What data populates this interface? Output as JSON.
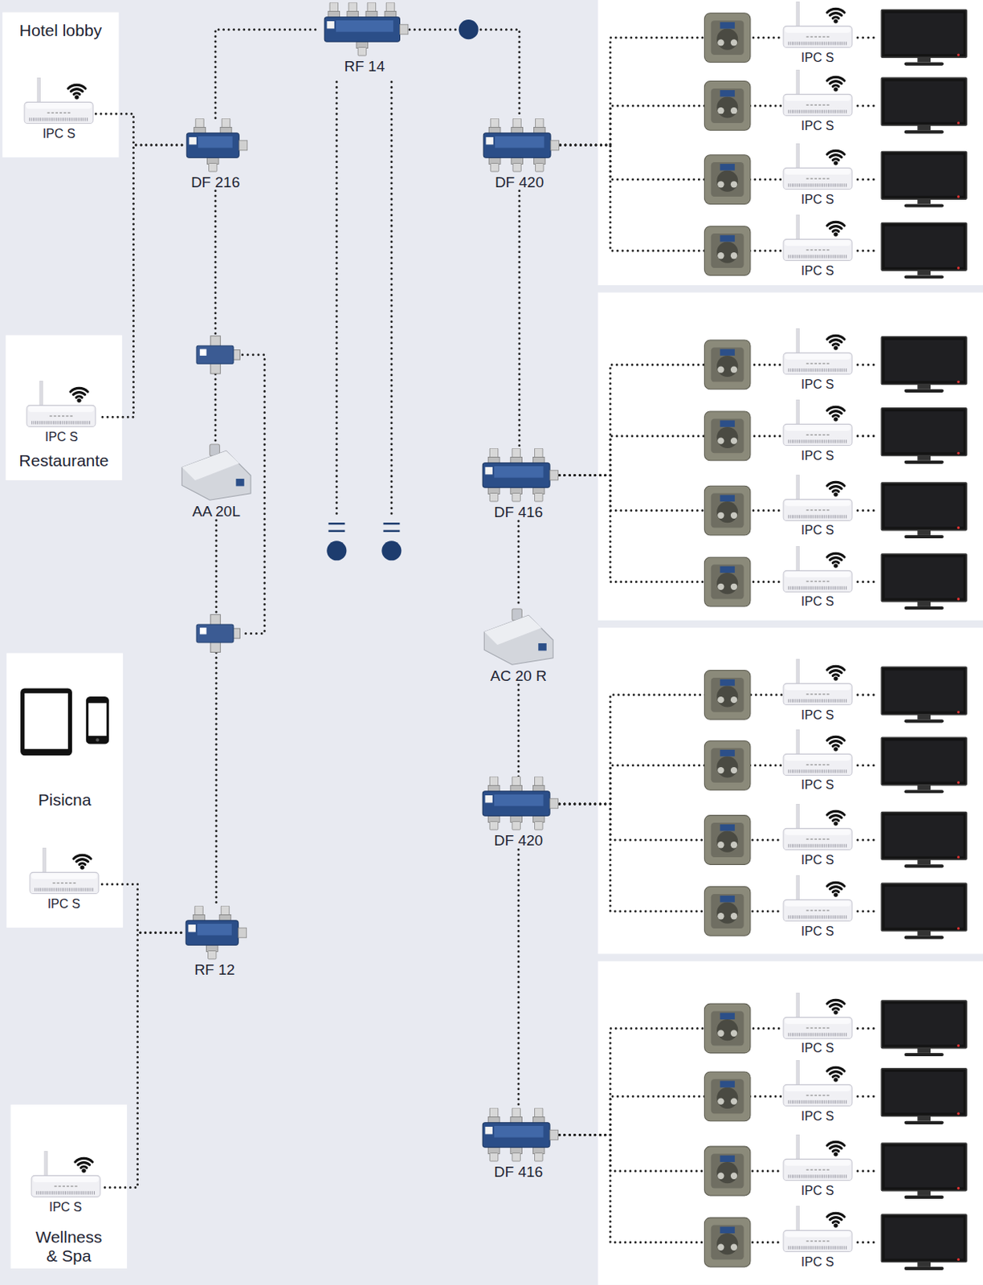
{
  "diagram": {
    "nodes": [
      {
        "text": [
          "Hotel lobby"
        ]
      },
      {
        "text": [
          "IPC S"
        ],
        "in": 0
      },
      {
        "text": [
          "RF 14"
        ]
      },
      {
        "text": [
          "DF 216"
        ]
      },
      {
        "text": [
          "DF 420"
        ]
      },
      {
        "text": [
          "IPC S"
        ]
      },
      {
        "text": [
          "IPC S"
        ]
      },
      {
        "text": [
          "IPC S"
        ]
      },
      {
        "text": [
          "IPC S"
        ]
      },
      {
        "text": [
          "Restaurante"
        ]
      },
      {
        "text": [
          "IPC S"
        ],
        "in": 9
      },
      {
        "text": [
          "AA 20L"
        ]
      },
      {
        "text": [
          "DF 416"
        ]
      },
      {
        "text": [
          "IPC S"
        ]
      },
      {
        "text": [
          "IPC S"
        ]
      },
      {
        "text": [
          "IPC S"
        ]
      },
      {
        "text": [
          "IPC S"
        ]
      },
      {
        "text": [
          "AC 20 R"
        ]
      },
      {
        "text": [
          "Pisicna"
        ]
      },
      {
        "text": [
          "IPC S"
        ],
        "in": 18
      },
      {
        "text": [
          "DF 420"
        ]
      },
      {
        "text": [
          "IPC S"
        ]
      },
      {
        "text": [
          "IPC S"
        ]
      },
      {
        "text": [
          "IPC S"
        ]
      },
      {
        "text": [
          "IPC S"
        ]
      },
      {
        "text": [
          "RF 12"
        ]
      },
      {
        "text": [
          "Wellness & Spa"
        ]
      },
      {
        "text": [
          "IPC S"
        ],
        "in": 26
      },
      {
        "text": [
          "DF 416"
        ]
      },
      {
        "text": [
          "IPC S"
        ]
      },
      {
        "text": [
          "IPC S"
        ]
      },
      {
        "text": [
          "IPC S"
        ]
      },
      {
        "text": [
          "IPC S"
        ]
      }
    ],
    "edges": [
      {
        "from": 3,
        "to": 1,
        "arrow": "none"
      },
      {
        "from": 3,
        "to": 10,
        "arrow": "none"
      },
      {
        "from": 3,
        "to": 2,
        "arrow": "none"
      },
      {
        "from": 2,
        "to": 4,
        "arrow": "none"
      },
      {
        "from": 4,
        "to": 5,
        "arrow": "none"
      },
      {
        "from": 4,
        "to": 6,
        "arrow": "none"
      },
      {
        "from": 4,
        "to": 7,
        "arrow": "none"
      },
      {
        "from": 4,
        "to": 8,
        "arrow": "none"
      },
      {
        "from": 3,
        "to": 11,
        "arrow": "none"
      },
      {
        "from": 11,
        "to": 25,
        "arrow": "none"
      },
      {
        "from": 25,
        "to": 19,
        "arrow": "none"
      },
      {
        "from": 25,
        "to": 27,
        "arrow": "none"
      },
      {
        "from": 4,
        "to": 12,
        "arrow": "none"
      },
      {
        "from": 12,
        "to": 13,
        "arrow": "none"
      },
      {
        "from": 12,
        "to": 14,
        "arrow": "none"
      },
      {
        "from": 12,
        "to": 15,
        "arrow": "none"
      },
      {
        "from": 12,
        "to": 16,
        "arrow": "none"
      },
      {
        "from": 12,
        "to": 17,
        "arrow": "none"
      },
      {
        "from": 17,
        "to": 20,
        "arrow": "none"
      },
      {
        "from": 20,
        "to": 21,
        "arrow": "none"
      },
      {
        "from": 20,
        "to": 22,
        "arrow": "none"
      },
      {
        "from": 20,
        "to": 23,
        "arrow": "none"
      },
      {
        "from": 20,
        "to": 24,
        "arrow": "none"
      },
      {
        "from": 20,
        "to": 28,
        "arrow": "none"
      },
      {
        "from": 28,
        "to": 29,
        "arrow": "none"
      },
      {
        "from": 28,
        "to": 30,
        "arrow": "none"
      },
      {
        "from": 28,
        "to": 31,
        "arrow": "none"
      },
      {
        "from": 28,
        "to": 32,
        "arrow": "none"
      }
    ]
  }
}
